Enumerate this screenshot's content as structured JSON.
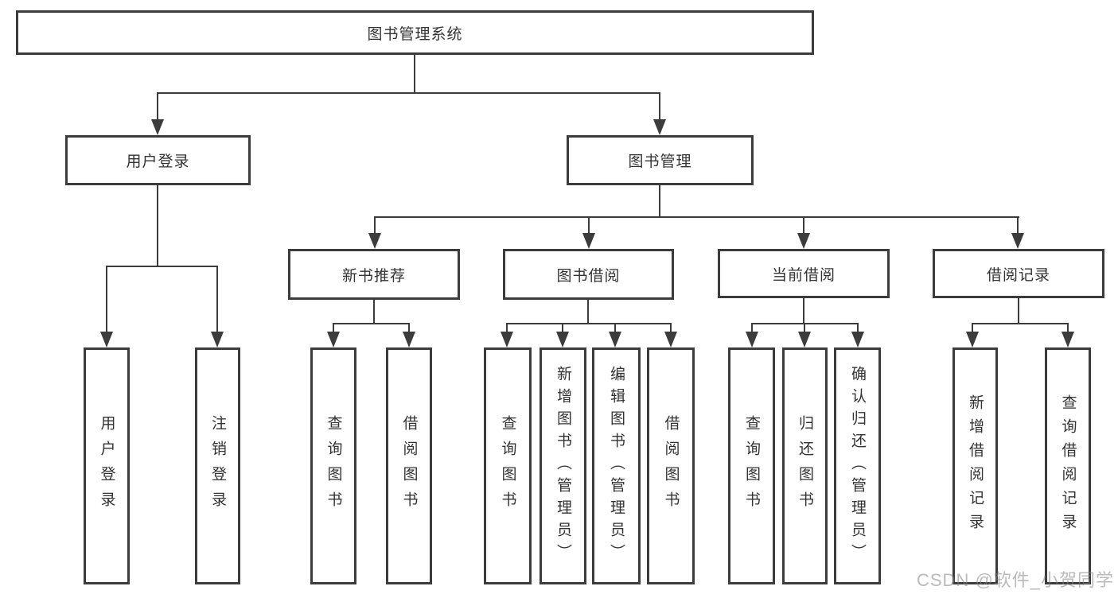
{
  "tree": {
    "root": "图书管理系统",
    "children": [
      {
        "label": "用户登录",
        "children": [
          "用户登录",
          "注销登录"
        ]
      },
      {
        "label": "图书管理",
        "children": [
          {
            "label": "新书推荐",
            "children": [
              "查询图书",
              "借阅图书"
            ]
          },
          {
            "label": "图书借阅",
            "children": [
              "查询图书",
              "新增图书（管理员）",
              "编辑图书（管理员）",
              "借阅图书"
            ]
          },
          {
            "label": "当前借阅",
            "children": [
              "查询图书",
              "归还图书",
              "确认归还（管理员）"
            ]
          },
          {
            "label": "借阅记录",
            "children": [
              "新增借阅记录",
              "查询借阅记录"
            ]
          }
        ]
      }
    ]
  },
  "watermark": "CSDN @软件_小贺同学",
  "colors": {
    "line": "#3c3c3c",
    "text": "#333333",
    "background": "#ffffff",
    "watermark": "#828282"
  }
}
